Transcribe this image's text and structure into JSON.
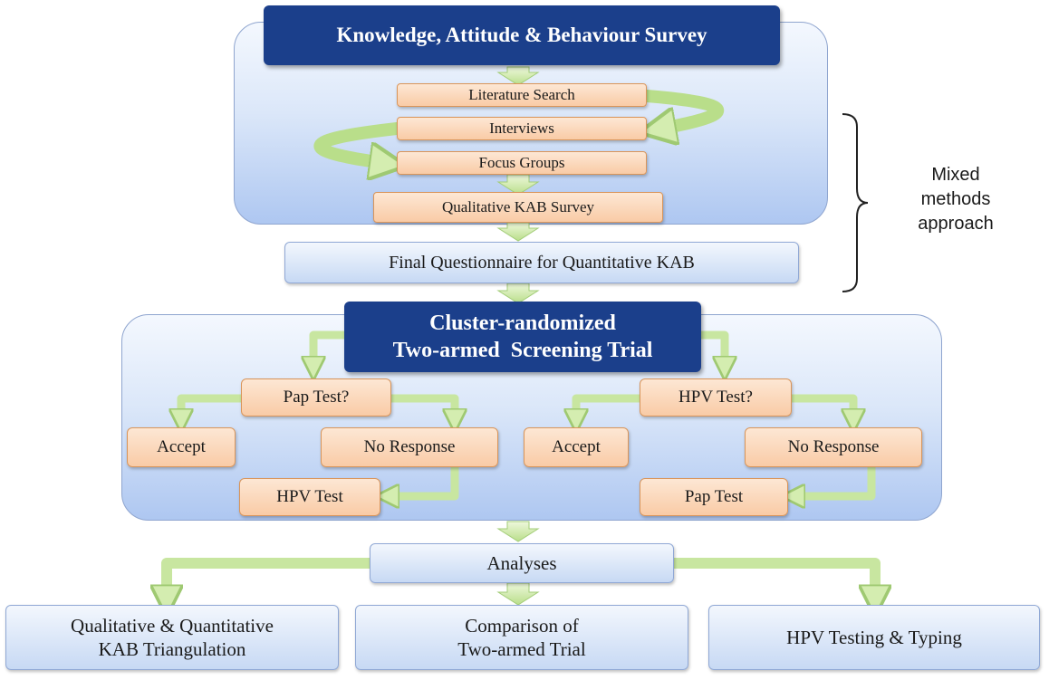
{
  "survey": {
    "title": "Knowledge, Attitude & Behaviour Survey",
    "steps": [
      "Literature Search",
      "Interviews",
      "Focus Groups",
      "Qualitative KAB Survey"
    ]
  },
  "final_questionnaire": "Final Questionnaire for Quantitative KAB",
  "mixed_methods": {
    "line1": "Mixed",
    "line2": "methods",
    "line3": "approach"
  },
  "trial": {
    "title_line1": "Cluster-randomized",
    "title_line2": "Two-armed  Screening Trial",
    "arm_left": {
      "question": "Pap Test?",
      "accept": "Accept",
      "no_response": "No Response",
      "followup": "HPV Test"
    },
    "arm_right": {
      "question": "HPV Test?",
      "accept": "Accept",
      "no_response": "No Response",
      "followup": "Pap Test"
    }
  },
  "analyses": {
    "label": "Analyses",
    "outputs": [
      {
        "line1": "Qualitative & Quantitative",
        "line2": "KAB Triangulation"
      },
      {
        "line1": "Comparison of",
        "line2": "Two-armed Trial"
      },
      {
        "line1": "HPV Testing & Typing",
        "line2": ""
      }
    ]
  },
  "colors": {
    "title_bg": "#1b3f8b",
    "orange_box": "#f9cba6",
    "blue_box": "#c7d9f4",
    "arrow": "#c8e6a0"
  }
}
